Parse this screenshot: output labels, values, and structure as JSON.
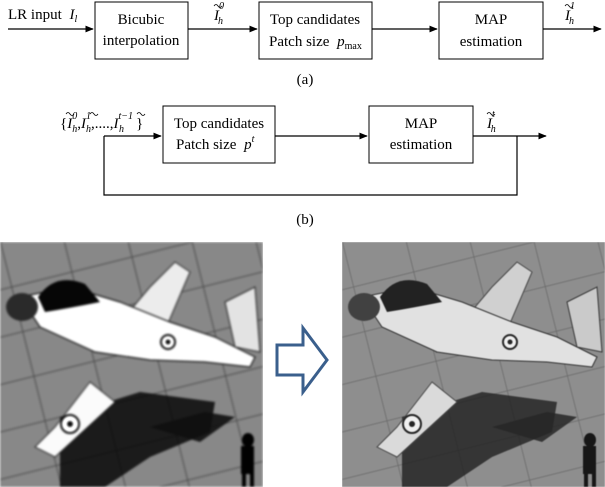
{
  "diagram_a": {
    "input": "LR input",
    "input_symbol": "I",
    "input_sub": "l",
    "bicubic_line1": "Bicubic",
    "bicubic_line2": "interpolation",
    "mid_symbol": "I",
    "mid_sub": "h",
    "mid_sup": "0",
    "top_line1": "Top candidates",
    "top_line2": "Patch size",
    "top_symbol": "p",
    "top_sub": "max",
    "map_line1": "MAP",
    "map_line2": "estimation",
    "out_symbol": "I",
    "out_sub": "h",
    "out_sup": "1",
    "caption": "(a)"
  },
  "diagram_b": {
    "set_open": "{",
    "set_symbol": "I",
    "set_sub": "h",
    "sup0": "0",
    "sup1": "1",
    "dots": ",....,",
    "supt1": "t−1",
    "set_close": "}",
    "top_line1": "Top candidates",
    "top_line2": "Patch size",
    "top_symbol": "p",
    "top_sup": "t",
    "map_line1": "MAP",
    "map_line2": "estimation",
    "out_symbol": "I",
    "out_sub": "h",
    "out_sup": "t",
    "caption": "(b)"
  },
  "colors": {
    "arrow_outline": "#3a5f8c",
    "tarmac": "#8d8d8d"
  },
  "icons": {
    "transition_arrow": "right-arrow-outline-icon"
  }
}
